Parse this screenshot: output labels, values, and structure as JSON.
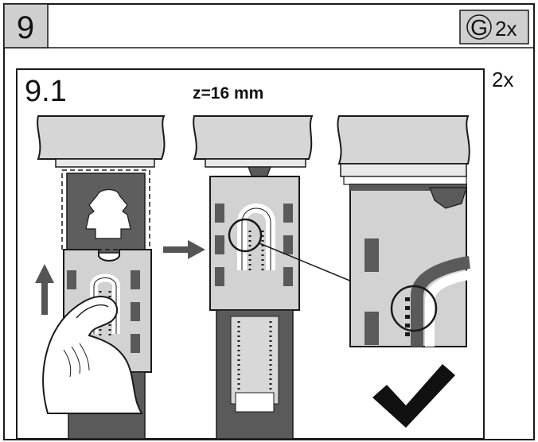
{
  "step": {
    "number": "9",
    "part_code": "G",
    "part_qty": "2x",
    "repeat_qty": "2x"
  },
  "substep": {
    "label": "9.1",
    "dimension": "z=16 mm"
  },
  "colors": {
    "outline": "#1a1a1a",
    "header_fill": "#cfcfcf",
    "rail_fill": "#d6d6d6",
    "clip_fill": "#d2d2d2",
    "dark_panel": "#5a5a5a",
    "arrow": "#555555",
    "check": "#111111"
  },
  "icons": {
    "move_arrow": "arrow-up-icon",
    "next_arrow": "arrow-right-icon",
    "ok": "checkmark-icon"
  }
}
